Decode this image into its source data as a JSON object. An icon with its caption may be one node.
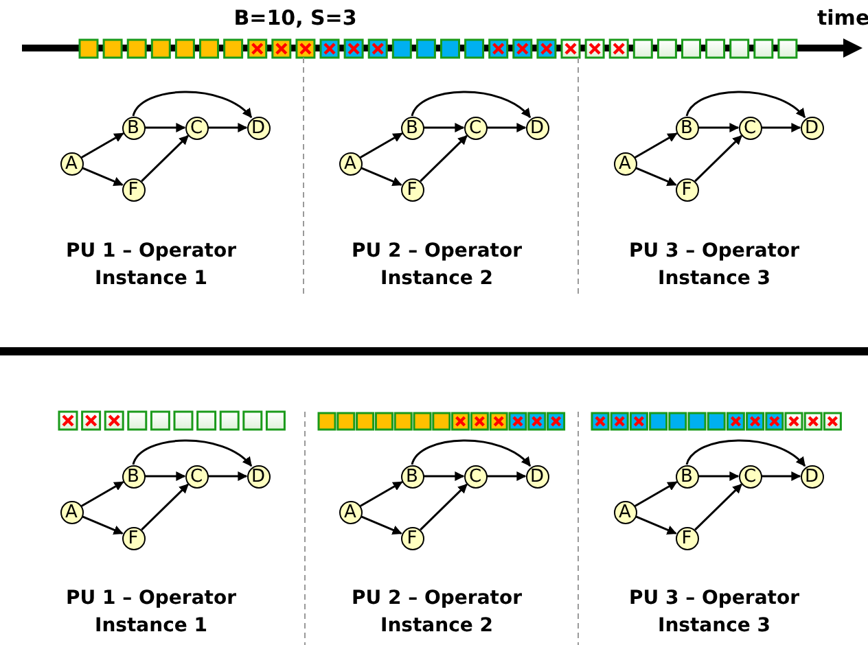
{
  "diagram": {
    "nodes": [
      {
        "text": [
          "A"
        ]
      },
      {
        "text": [
          "B"
        ]
      },
      {
        "text": [
          "C"
        ]
      },
      {
        "text": [
          "D"
        ]
      },
      {
        "text": [
          "F"
        ]
      },
      {
        "text": [
          "A"
        ]
      },
      {
        "text": [
          "B"
        ]
      },
      {
        "text": [
          "C"
        ]
      },
      {
        "text": [
          "D"
        ]
      },
      {
        "text": [
          "F"
        ]
      },
      {
        "text": [
          "A"
        ]
      },
      {
        "text": [
          "B"
        ]
      },
      {
        "text": [
          "C"
        ]
      },
      {
        "text": [
          "D"
        ]
      },
      {
        "text": [
          "F"
        ]
      },
      {
        "text": [
          "A"
        ]
      },
      {
        "text": [
          "B"
        ]
      },
      {
        "text": [
          "C"
        ]
      },
      {
        "text": [
          "D"
        ]
      },
      {
        "text": [
          "F"
        ]
      },
      {
        "text": [
          "A"
        ]
      },
      {
        "text": [
          "B"
        ]
      },
      {
        "text": [
          "C"
        ]
      },
      {
        "text": [
          "D"
        ]
      },
      {
        "text": [
          "F"
        ]
      },
      {
        "text": [
          "A"
        ]
      },
      {
        "text": [
          "B"
        ]
      },
      {
        "text": [
          "C"
        ]
      },
      {
        "text": [
          "D"
        ]
      },
      {
        "text": [
          "F"
        ]
      }
    ],
    "edges": [
      {
        "from": 0,
        "to": 1,
        "arrow": "to"
      },
      {
        "from": 0,
        "to": 4,
        "arrow": "to"
      },
      {
        "from": 1,
        "to": 2,
        "arrow": "to"
      },
      {
        "from": 2,
        "to": 3,
        "arrow": "to"
      },
      {
        "from": 4,
        "to": 2,
        "arrow": "to"
      },
      {
        "from": 1,
        "to": 3,
        "arrow": "to"
      },
      {
        "from": 5,
        "to": 6,
        "arrow": "to"
      },
      {
        "from": 5,
        "to": 9,
        "arrow": "to"
      },
      {
        "from": 6,
        "to": 7,
        "arrow": "to"
      },
      {
        "from": 7,
        "to": 8,
        "arrow": "to"
      },
      {
        "from": 9,
        "to": 7,
        "arrow": "to"
      },
      {
        "from": 6,
        "to": 8,
        "arrow": "to"
      },
      {
        "from": 10,
        "to": 11,
        "arrow": "to"
      },
      {
        "from": 10,
        "to": 14,
        "arrow": "to"
      },
      {
        "from": 11,
        "to": 12,
        "arrow": "to"
      },
      {
        "from": 12,
        "to": 13,
        "arrow": "to"
      },
      {
        "from": 14,
        "to": 12,
        "arrow": "to"
      },
      {
        "from": 11,
        "to": 13,
        "arrow": "to"
      },
      {
        "from": 15,
        "to": 16,
        "arrow": "to"
      },
      {
        "from": 15,
        "to": 19,
        "arrow": "to"
      },
      {
        "from": 16,
        "to": 17,
        "arrow": "to"
      },
      {
        "from": 17,
        "to": 18,
        "arrow": "to"
      },
      {
        "from": 19,
        "to": 17,
        "arrow": "to"
      },
      {
        "from": 16,
        "to": 18,
        "arrow": "to"
      },
      {
        "from": 20,
        "to": 21,
        "arrow": "to"
      },
      {
        "from": 20,
        "to": 24,
        "arrow": "to"
      },
      {
        "from": 21,
        "to": 22,
        "arrow": "to"
      },
      {
        "from": 22,
        "to": 23,
        "arrow": "to"
      },
      {
        "from": 24,
        "to": 22,
        "arrow": "to"
      },
      {
        "from": 21,
        "to": 23,
        "arrow": "to"
      },
      {
        "from": 25,
        "to": 26,
        "arrow": "to"
      },
      {
        "from": 25,
        "to": 29,
        "arrow": "to"
      },
      {
        "from": 26,
        "to": 27,
        "arrow": "to"
      },
      {
        "from": 27,
        "to": 28,
        "arrow": "to"
      },
      {
        "from": 29,
        "to": 27,
        "arrow": "to"
      },
      {
        "from": 26,
        "to": 28,
        "arrow": "to"
      }
    ],
    "labels": [
      "B=10, S=3",
      "time",
      "PU 1 – Operator Instance 1",
      "PU 2 – Operator Instance 2",
      "PU 3 – Operator Instance 3",
      "PU 1 – Operator Instance 1",
      "PU 2 – Operator Instance 2",
      "PU 3 – Operator Instance 3"
    ]
  }
}
